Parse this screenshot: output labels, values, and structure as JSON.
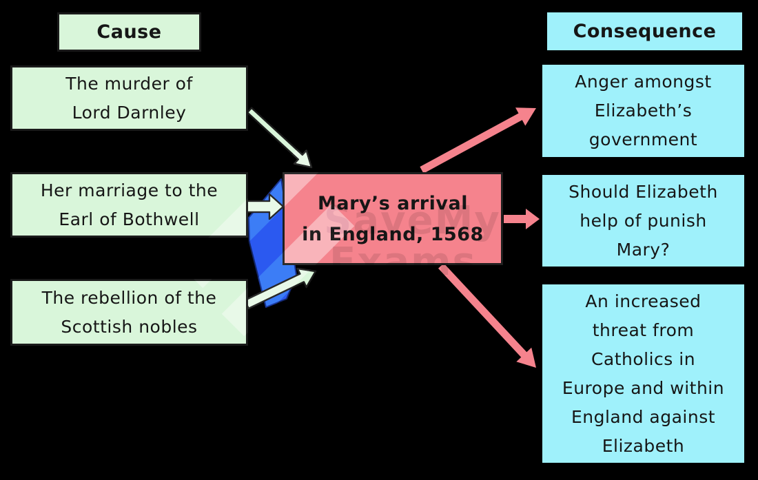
{
  "diagram": {
    "background": "#000000",
    "colors": {
      "cause_fill": "#d9f6da",
      "cause_border": "#1a1a1a",
      "consequence_fill": "#9ff1fb",
      "event_fill": "#f5838d",
      "event_border": "#1f1f1f",
      "cause_arrow": "#d9f6da",
      "cause_arrow_outline": "#1c1c1c",
      "consequence_arrow": "#f5838d",
      "accent_blue_arrow": "#2b59f0"
    },
    "cause": {
      "header": "Cause",
      "items": [
        {
          "lines": [
            "The murder of",
            "Lord Darnley"
          ]
        },
        {
          "lines": [
            "Her marriage to the",
            "Earl of Bothwell"
          ]
        },
        {
          "lines": [
            "The rebellion of the",
            "Scottish nobles"
          ]
        }
      ]
    },
    "event": {
      "lines": [
        "Mary’s arrival",
        "in England, 1568"
      ]
    },
    "consequence": {
      "header": "Consequence",
      "items": [
        {
          "lines": [
            "Anger amongst",
            "Elizabeth’s",
            "government"
          ]
        },
        {
          "lines": [
            "Should Elizabeth",
            "help of punish",
            "Mary?"
          ]
        },
        {
          "lines": [
            "An increased",
            "threat from",
            "Catholics in",
            "Europe and within",
            "England against",
            "Elizabeth"
          ]
        }
      ]
    },
    "watermark": {
      "line1": "SaveMy",
      "line2": "Exams"
    }
  }
}
